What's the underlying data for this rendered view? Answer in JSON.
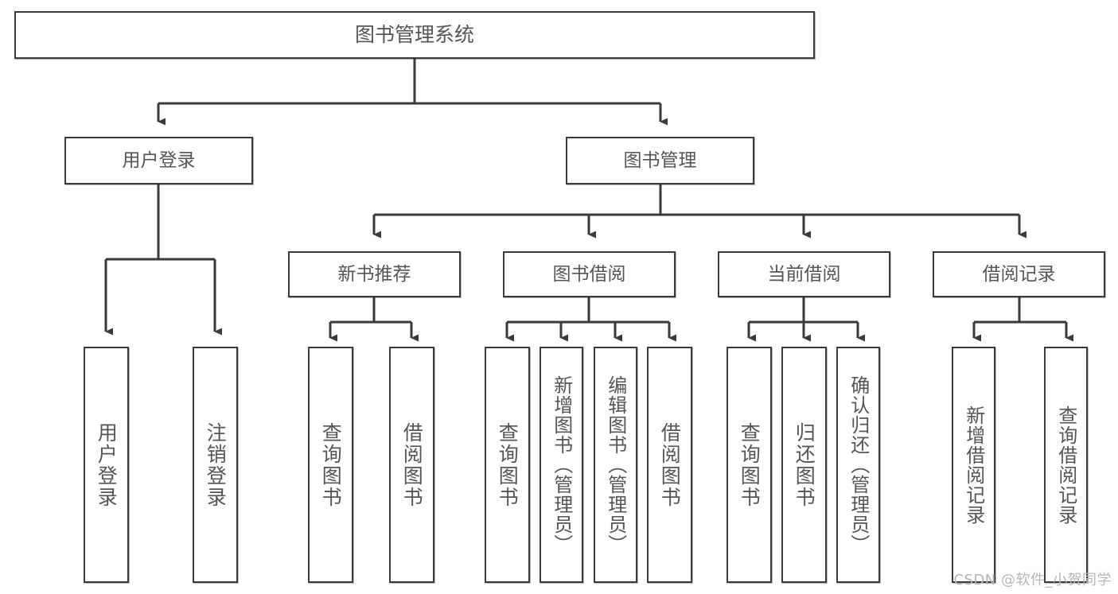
{
  "diagram": {
    "title": "图书管理系统",
    "type": "tree-hierarchy-chart",
    "watermark": "CSDN @软件_小贺同学",
    "colors": {
      "border": "#3a3a3a",
      "text": "#555555",
      "background": "#ffffff",
      "watermark": "#b6b6b6"
    },
    "root": {
      "label": "图书管理系统"
    },
    "level2": [
      {
        "label": "用户登录"
      },
      {
        "label": "图书管理"
      }
    ],
    "level3": [
      {
        "label": "新书推荐"
      },
      {
        "label": "图书借阅"
      },
      {
        "label": "当前借阅"
      },
      {
        "label": "借阅记录"
      }
    ],
    "leaves": {
      "user_login": [
        {
          "label": "用户登录"
        },
        {
          "label": "注销登录"
        }
      ],
      "new_book_recommend": [
        {
          "label": "查询图书"
        },
        {
          "label": "借阅图书"
        }
      ],
      "book_borrow": [
        {
          "label": "查询图书"
        },
        {
          "label": "新增图书（管理员）"
        },
        {
          "label": "编辑图书（管理员）"
        },
        {
          "label": "借阅图书"
        }
      ],
      "current_borrow": [
        {
          "label": "查询图书"
        },
        {
          "label": "归还图书"
        },
        {
          "label": "确认归还（管理员）"
        }
      ],
      "borrow_record": [
        {
          "label": "新增借阅记录"
        },
        {
          "label": "查询借阅记录"
        }
      ]
    }
  }
}
